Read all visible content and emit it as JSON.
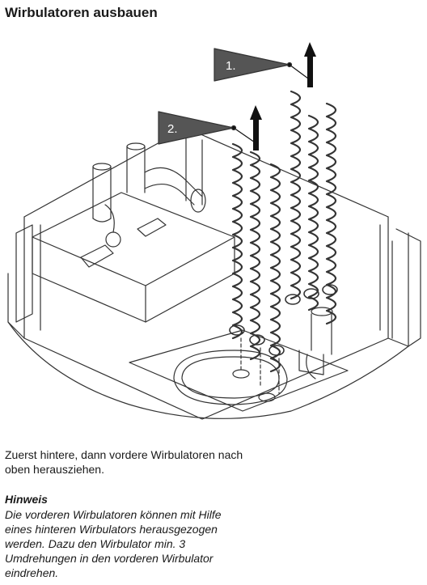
{
  "page": {
    "title": "Wirbulatoren ausbauen",
    "instruction": "Zuerst hintere, dann vordere Wirbulatoren nach oben herausziehen.",
    "note": {
      "heading": "Hinweis",
      "text": "Die vorderen Wirbulatoren können mit Hilfe eines hinteren Wirbulators herausgezogen werden. Dazu den Wirbulator min. 3 Umdrehungen in den vorderen Wirbulator eindrehen."
    }
  },
  "figure": {
    "step_labels": [
      "1.",
      "2."
    ],
    "colors": {
      "line": "#333333",
      "pointer": "#555555",
      "pointer_text": "#ffffff"
    }
  }
}
